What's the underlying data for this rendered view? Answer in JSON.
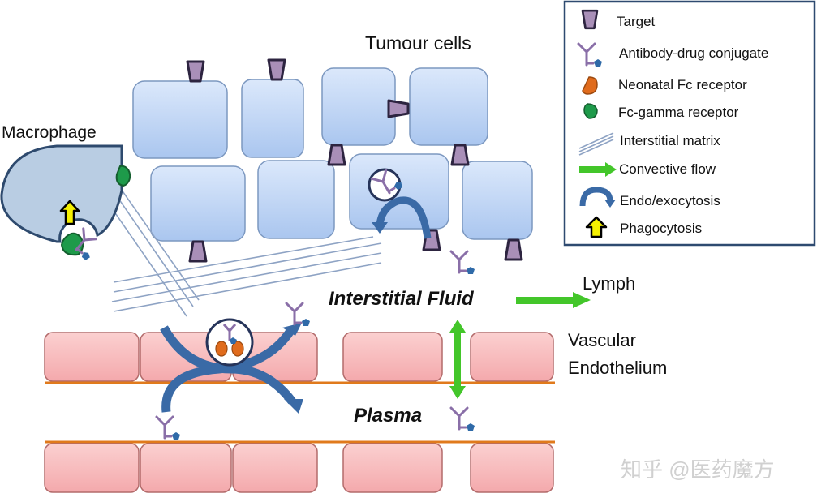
{
  "labels": {
    "tumour_cells": "Tumour cells",
    "macrophage": "Macrophage",
    "interstitial_fluid": "Interstitial Fluid",
    "lymph": "Lymph",
    "vascular": "Vascular",
    "endothelium": "Endothelium",
    "plasma": "Plasma"
  },
  "legend": {
    "items": [
      {
        "icon": "target-icon",
        "label": "Target"
      },
      {
        "icon": "antibody-drug-conjugate-icon",
        "label": "Antibody-drug  conjugate"
      },
      {
        "icon": "neonatal-fc-receptor-icon",
        "label": "Neonatal Fc receptor"
      },
      {
        "icon": "fc-gamma-receptor-icon",
        "label": "Fc-gamma receptor"
      },
      {
        "icon": "interstitial-matrix-icon",
        "label": "Interstitial matrix"
      },
      {
        "icon": "convective-flow-arrow-icon",
        "label": "Convective flow"
      },
      {
        "icon": "endo-exocytosis-arrow-icon",
        "label": "Endo/exocytosis"
      },
      {
        "icon": "phagocytosis-arrow-icon",
        "label": "Phagocytosis"
      }
    ]
  },
  "watermark": "知乎 @医药魔方",
  "colors": {
    "tumour_cell": "#bcd3f3",
    "target": "#a98fb8",
    "antibody": "#8a6fa8",
    "drug": "#2f6aa8",
    "fcrn": "#e06b1c",
    "fcgamma": "#1e9a4a",
    "endothelial": "#f6b9bb",
    "membrane": "#e07a1c",
    "convective": "#43c62a",
    "endo_arrow": "#3a6aa6",
    "macrophage": "#b9cde3"
  }
}
